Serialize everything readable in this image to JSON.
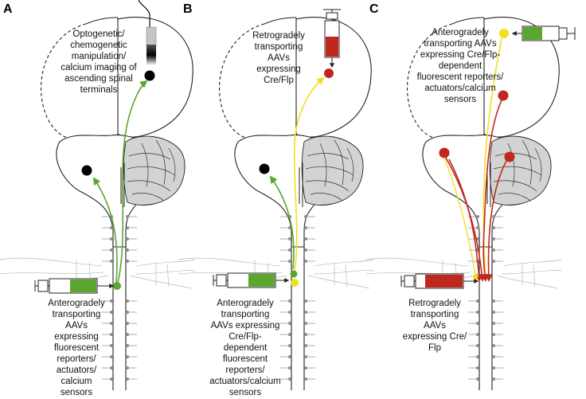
{
  "panels": [
    {
      "letter": "A",
      "top_label": [
        "Optogenetic/",
        "chemogenetic",
        "manipulation/",
        "calcium imaging of",
        "ascending spinal",
        "terminals"
      ],
      "bottom_label": [
        "Anterogradely",
        "transporting",
        "AAVs",
        "expressing",
        "fluorescent",
        "reporters/",
        "actuators/",
        "calcium",
        "sensors"
      ]
    },
    {
      "letter": "B",
      "top_label": [
        "Retrogradely",
        "transporting",
        "AAVs",
        "expressing",
        "Cre/Flp"
      ],
      "bottom_label": [
        "Anterogradely",
        "transporting",
        "AAVs expressing",
        "Cre/Flp-",
        "dependent",
        "fluorescent",
        "reporters/",
        "actuators/calcium",
        "sensors"
      ]
    },
    {
      "letter": "C",
      "top_label": [
        "Anterogradely",
        "transporting AAVs",
        "expressing Cre/Flp-",
        "dependent",
        "fluorescent reporters/",
        "actuators/calcium",
        "sensors"
      ],
      "bottom_label": [
        "Retrogradely",
        "transporting",
        "AAVs",
        "expressing Cre/",
        "Flp"
      ]
    }
  ],
  "colors": {
    "green": "#5aa62e",
    "yellow": "#f0df1e",
    "red": "#c0281f",
    "cerebellum": "#d3d3d3",
    "probe": "#c8c4c4"
  }
}
